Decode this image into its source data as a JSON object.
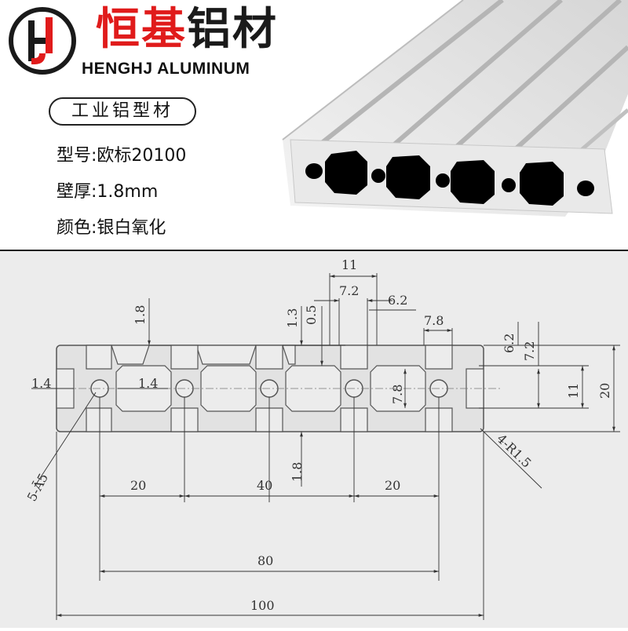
{
  "header": {
    "brand_cn_red": "恒基",
    "brand_cn_black": "铝材",
    "brand_en": "HENGHJ ALUMINUM",
    "category": "工业铝型材",
    "specs": [
      {
        "label": "型号:",
        "value": "欧标20100"
      },
      {
        "label": "壁厚:",
        "value": "1.8mm"
      },
      {
        "label": "颜色:",
        "value": "银白氧化"
      }
    ]
  },
  "colors": {
    "brand_red": "#e01b1b",
    "text_dark": "#111111",
    "drawing_bg": "#ececec",
    "profile_fill": "#e2e2e2",
    "dimension_line": "#333333"
  },
  "drawing": {
    "dimensions": {
      "slot_top": "11",
      "slot_width": "7.2",
      "slot_inner": "6.2",
      "rib": "7.8",
      "wall_top": "1.8",
      "wall_bottom": "1.8",
      "lip_1": "1.3",
      "lip_2": "0.5",
      "left_wall": "1.4",
      "left_inner": "1.4",
      "right_6_2": "6.2",
      "right_7_2": "7.2",
      "center_7_8": "7.8",
      "height_11": "11",
      "height_20": "20",
      "holes": "5-Ā5",
      "radius": "4-R1.5",
      "pitch_20a": "20",
      "pitch_40": "40",
      "pitch_20b": "20",
      "span_80": "80",
      "width_100": "100"
    }
  }
}
